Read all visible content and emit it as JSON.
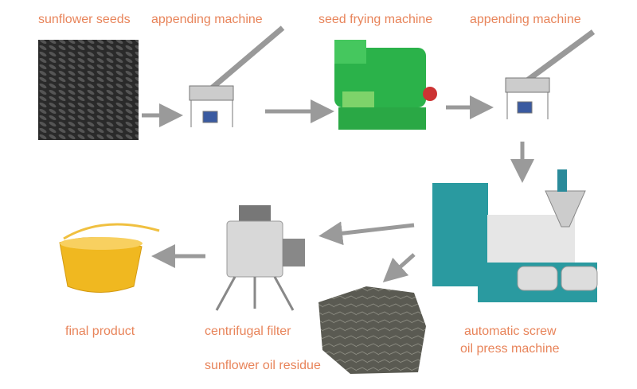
{
  "labels": {
    "sunflower_seeds": "sunflower seeds",
    "appending_machine_1": "appending machine",
    "seed_frying_machine": "seed frying machine",
    "appending_machine_2": "appending machine",
    "screw_press_line1": "automatic screw",
    "screw_press_line2": "oil press machine",
    "residue": "sunflower oil residue",
    "centrifugal_filter": "centrifugal filter",
    "final_product": "final product"
  },
  "colors": {
    "label": "#e8845a",
    "arrow": "#9a9a9a",
    "machine_green": "#2bb24a",
    "press_teal": "#2a9aa0"
  }
}
